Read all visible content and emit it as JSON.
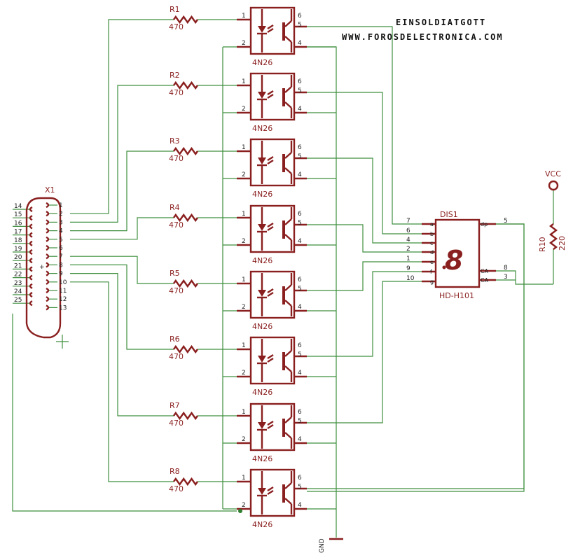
{
  "header": {
    "author": "EINSOLDIATGOTT",
    "website": "WWW.FOROSDELECTRONICA.COM"
  },
  "opto": {
    "part_label": "4N26",
    "pin_labels": [
      "1",
      "2",
      "4",
      "5",
      "6"
    ]
  },
  "resistors": [
    {
      "ref": "R1",
      "value": "470"
    },
    {
      "ref": "R2",
      "value": "470"
    },
    {
      "ref": "R3",
      "value": "470"
    },
    {
      "ref": "R4",
      "value": "470"
    },
    {
      "ref": "R5",
      "value": "470"
    },
    {
      "ref": "R6",
      "value": "470"
    },
    {
      "ref": "R7",
      "value": "470"
    },
    {
      "ref": "R8",
      "value": "470"
    }
  ],
  "connector": {
    "ref": "X1",
    "center_mark": "+",
    "left_pins": [
      "14",
      "15",
      "16",
      "17",
      "18",
      "19",
      "20",
      "21",
      "22",
      "23",
      "24",
      "25"
    ],
    "right_pins": [
      "1",
      "2",
      "3",
      "4",
      "5",
      "6",
      "7",
      "8",
      "9",
      "10",
      "11",
      "12",
      "13"
    ]
  },
  "display": {
    "ref": "DIS1",
    "part": "HD-H101",
    "digit": "8",
    "left_pins": [
      {
        "num": "7",
        "seg": "a"
      },
      {
        "num": "6",
        "seg": "b"
      },
      {
        "num": "4",
        "seg": "c"
      },
      {
        "num": "2",
        "seg": "d"
      },
      {
        "num": "1",
        "seg": "e"
      },
      {
        "num": "9",
        "seg": "f"
      },
      {
        "num": "10",
        "seg": "g"
      }
    ],
    "right_pins": [
      {
        "num": "5",
        "seg": "dp"
      },
      {
        "num": "8",
        "seg": "CA"
      },
      {
        "num": "3",
        "seg": "CA"
      }
    ]
  },
  "r10": {
    "ref": "R10",
    "value": "220"
  },
  "vcc_label": "VCC",
  "gnd_label": "GND"
}
